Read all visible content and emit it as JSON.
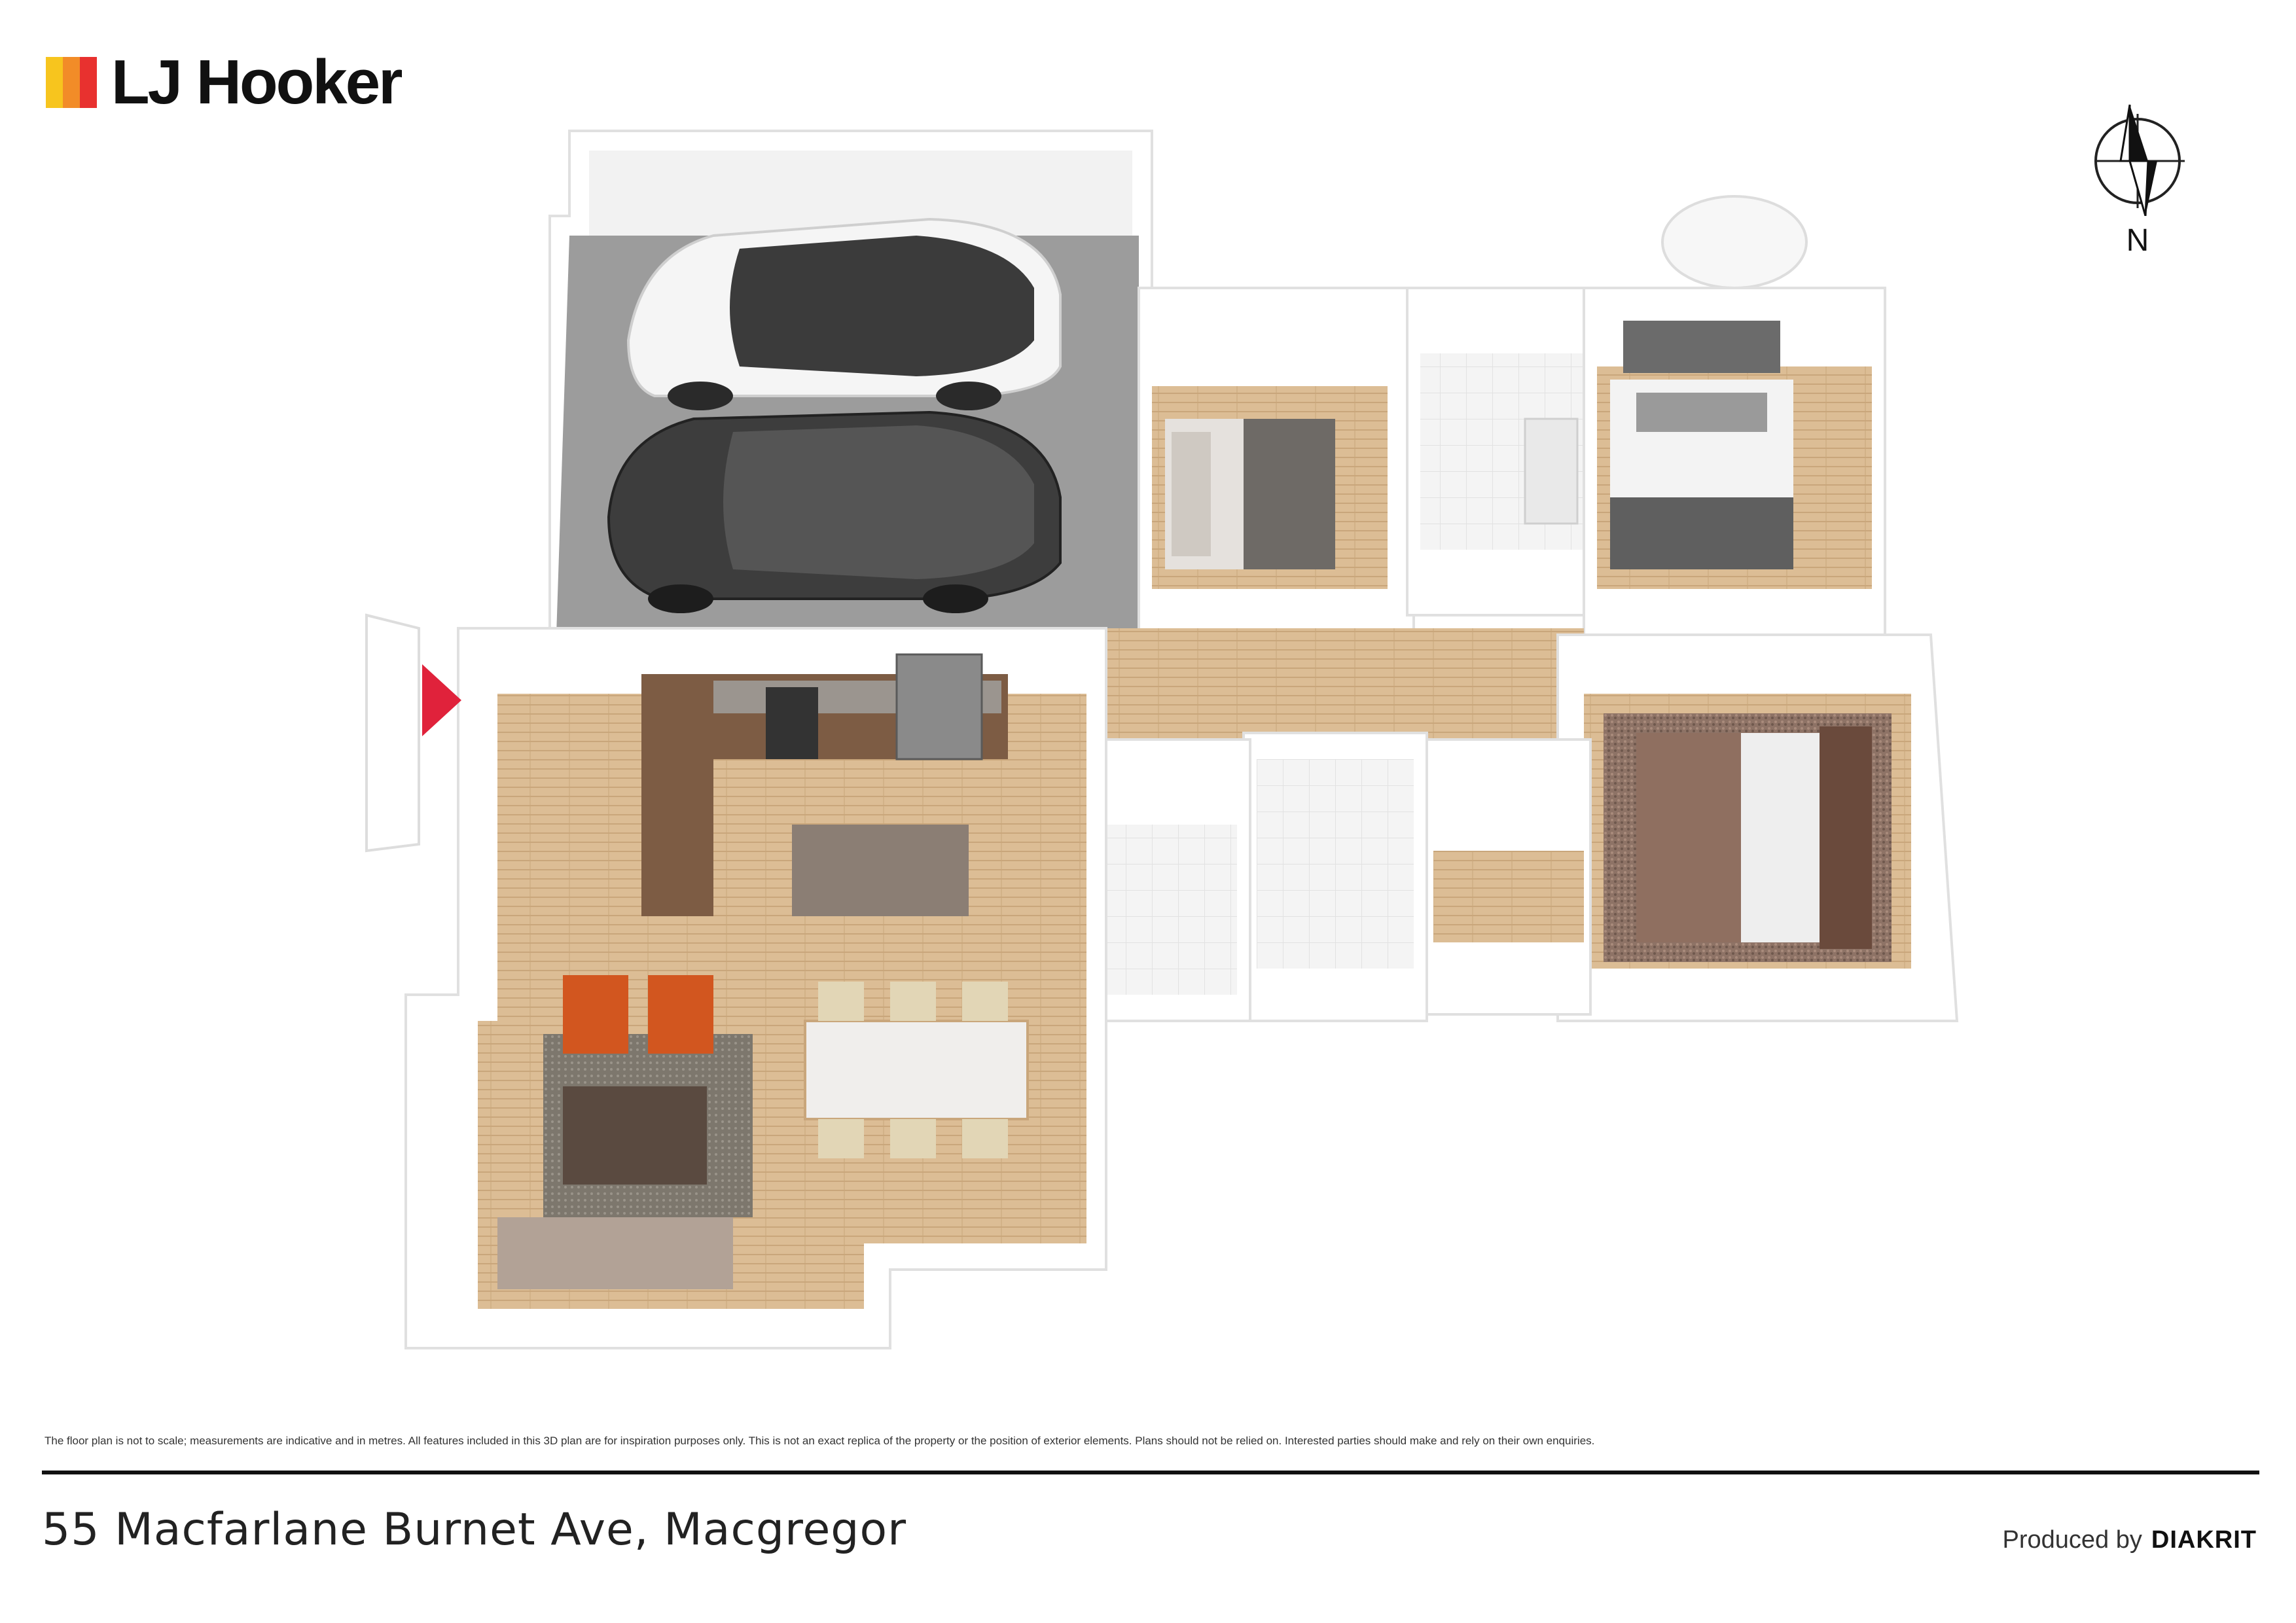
{
  "brand": {
    "name": "LJ Hooker",
    "mark_colors": [
      "#f7c51e",
      "#f28c28",
      "#e8312f"
    ]
  },
  "compass": {
    "north_label": "N"
  },
  "floor_plan": {
    "rooms": [
      "garage",
      "bedroom",
      "ensuite-bathroom",
      "master-bedroom",
      "bedroom",
      "bathroom",
      "laundry",
      "kitchen",
      "living",
      "dining",
      "hallway"
    ],
    "entry_marker_color": "#e0223b",
    "floor_color": "#d9b88f",
    "wall_color": "#ffffff"
  },
  "footer": {
    "disclaimer": "The floor plan is not to scale; measurements are indicative and in metres. All features included in this 3D plan are for inspiration purposes only. This is not an exact replica of the property or the position of exterior elements. Plans should not be relied on. Interested parties should make and rely on their own enquiries.",
    "address": "55 Macfarlane Burnet Ave, Macgregor",
    "produced_by_label": "Produced by",
    "producer": "DIAKRIT"
  }
}
